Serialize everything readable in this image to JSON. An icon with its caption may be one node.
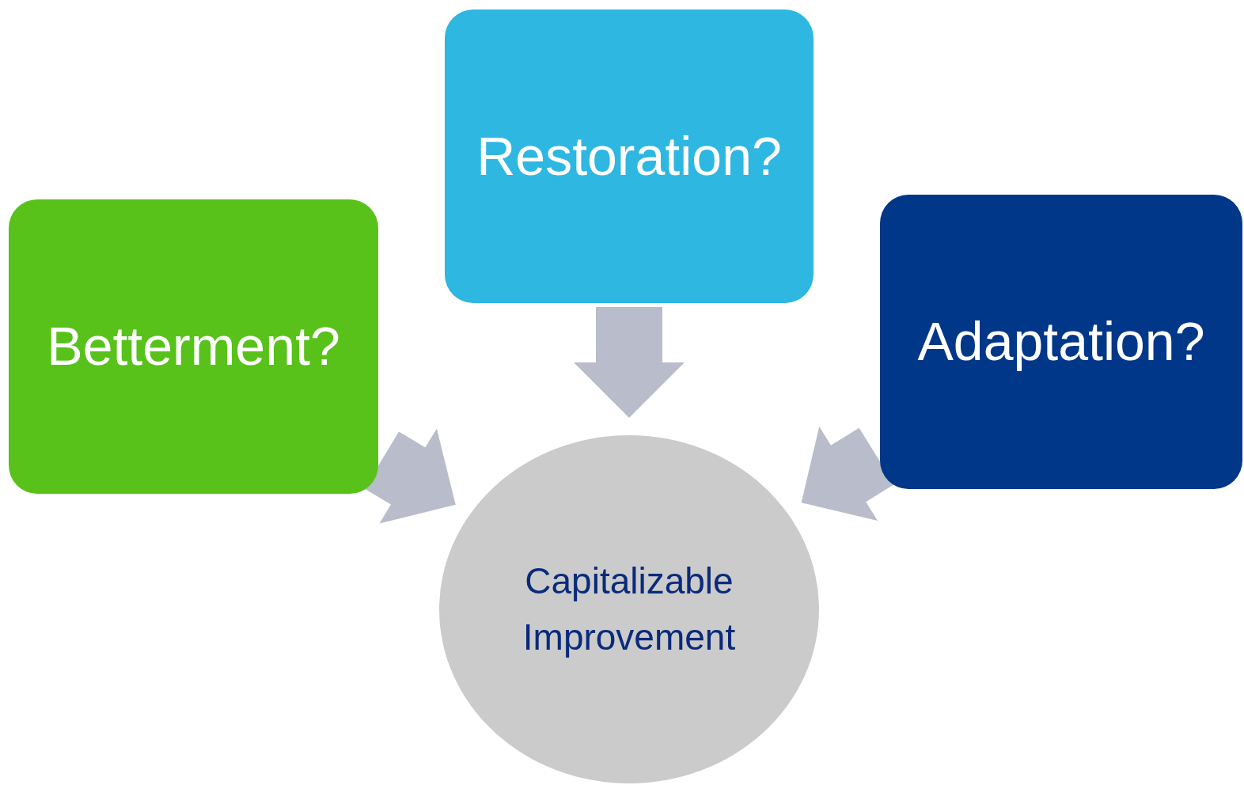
{
  "diagram": {
    "nodes": [
      {
        "text": [
          "Betterment?"
        ]
      },
      {
        "text": [
          "Restoration?"
        ]
      },
      {
        "text": [
          "Adaptation?"
        ]
      },
      {
        "text": [
          "Capitalizable Improvement"
        ]
      }
    ],
    "edges": [
      {
        "from": 0,
        "to": 3,
        "arrow": "to",
        "style": "thick"
      },
      {
        "from": 1,
        "to": 3,
        "arrow": "to",
        "style": "thick"
      },
      {
        "from": 2,
        "to": 3,
        "arrow": "to",
        "style": "thick"
      }
    ]
  }
}
